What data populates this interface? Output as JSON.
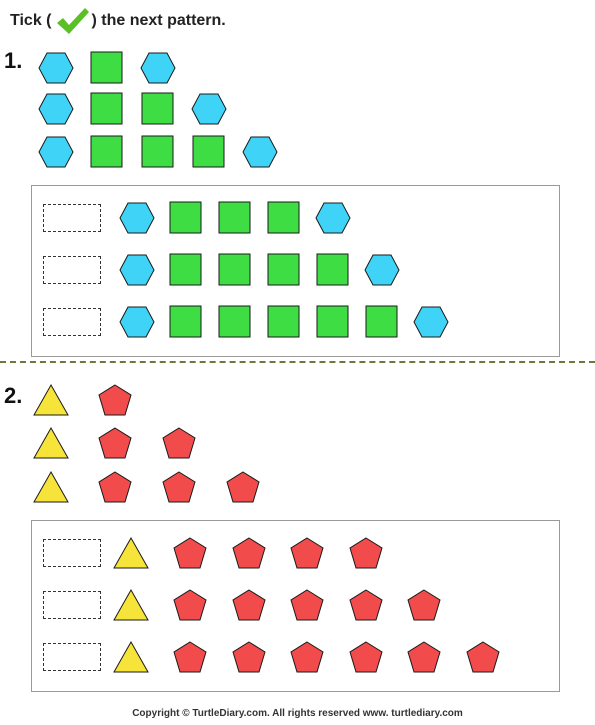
{
  "instructions": {
    "before_tick": "Tick (",
    "after_tick": ") the next pattern."
  },
  "questions": [
    {
      "number": "1.",
      "pattern_rows": [
        [
          "hexagon",
          "square",
          "hexagon"
        ],
        [
          "hexagon",
          "square",
          "square",
          "hexagon"
        ],
        [
          "hexagon",
          "square",
          "square",
          "square",
          "hexagon"
        ]
      ],
      "options": [
        [
          "hexagon",
          "square",
          "square",
          "square",
          "hexagon"
        ],
        [
          "hexagon",
          "square",
          "square",
          "square",
          "square",
          "hexagon"
        ],
        [
          "hexagon",
          "square",
          "square",
          "square",
          "square",
          "square",
          "hexagon"
        ]
      ]
    },
    {
      "number": "2.",
      "pattern_rows": [
        [
          "triangle",
          "pentagon"
        ],
        [
          "triangle",
          "pentagon",
          "pentagon"
        ],
        [
          "triangle",
          "pentagon",
          "pentagon",
          "pentagon"
        ]
      ],
      "options": [
        [
          "triangle",
          "pentagon",
          "pentagon",
          "pentagon",
          "pentagon"
        ],
        [
          "triangle",
          "pentagon",
          "pentagon",
          "pentagon",
          "pentagon",
          "pentagon"
        ],
        [
          "triangle",
          "pentagon",
          "pentagon",
          "pentagon",
          "pentagon",
          "pentagon",
          "pentagon"
        ]
      ]
    }
  ],
  "colors": {
    "hexagon": "#3fd4f7",
    "square": "#3fdd44",
    "triangle": "#f7e43a",
    "pentagon": "#f24b4b",
    "tick": "#5bbf26"
  },
  "footer": "Copyright © TurtleDiary.com. All rights reserved   www. turtlediary.com"
}
